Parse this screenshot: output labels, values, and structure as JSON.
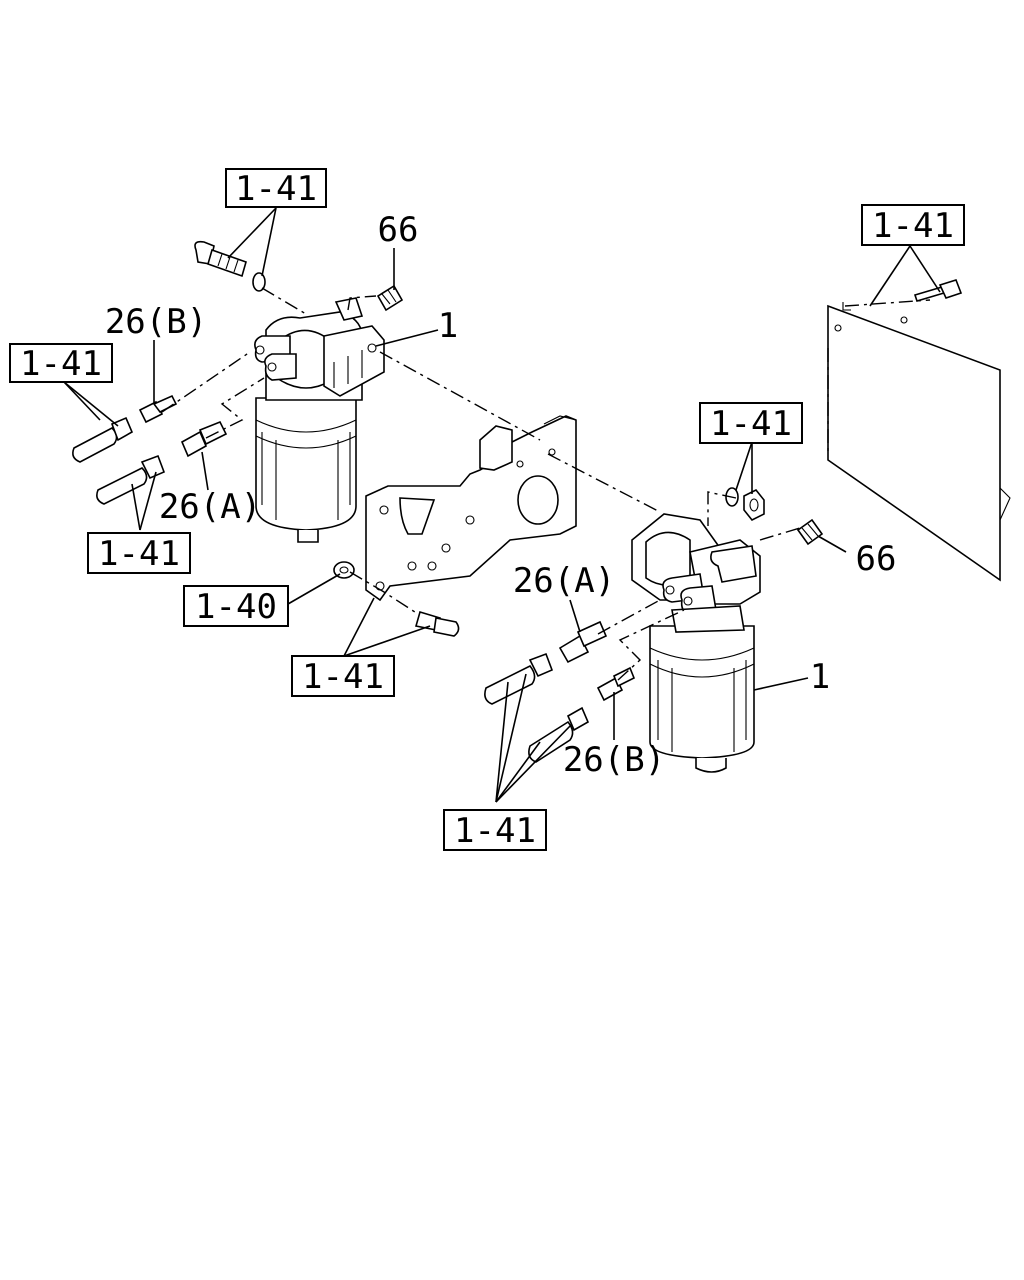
{
  "callouts": {
    "ref_1_41": "1-41",
    "ref_1_40": "1-40",
    "part_66": "66",
    "part_1": "1",
    "part_26a": "26(A)",
    "part_26b": "26(B)"
  }
}
